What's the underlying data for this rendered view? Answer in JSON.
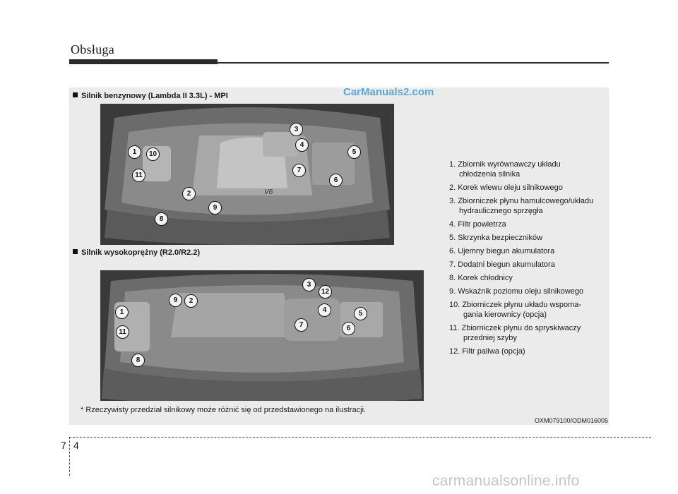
{
  "header": {
    "title": "Obsługa"
  },
  "watermark": "CarManuals2.com",
  "sections": [
    {
      "title": "Silnik benzynowy (Lambda II 3.3L) - MPI"
    },
    {
      "title": "Silnik wysokoprężny (R2.0/R2.2)"
    }
  ],
  "engine_labels": {
    "top_badge": "V6"
  },
  "callouts_top": [
    "1",
    "10",
    "11",
    "2",
    "9",
    "8",
    "3",
    "4",
    "5",
    "7",
    "6"
  ],
  "callouts_bottom": [
    "1",
    "11",
    "9",
    "2",
    "8",
    "3",
    "12",
    "4",
    "5",
    "7",
    "6"
  ],
  "legend": [
    {
      "line1": "1. Zbiornik wyrównawczy układu",
      "line2": "chłodzenia silnika"
    },
    {
      "line1": "2. Korek wlewu oleju silnikowego",
      "line2": ""
    },
    {
      "line1": "3. Zbiorniczek płynu hamulcowego/układu",
      "line2": "hydraulicznego sprzęgła"
    },
    {
      "line1": "4. Filtr powietrza",
      "line2": ""
    },
    {
      "line1": "5. Skrzynka bezpieczników",
      "line2": ""
    },
    {
      "line1": "6. Ujemny biegun akumulatora",
      "line2": ""
    },
    {
      "line1": "7. Dodatni biegun akumulatora",
      "line2": ""
    },
    {
      "line1": "8. Korek chłodnicy",
      "line2": ""
    },
    {
      "line1": "9. Wskaźnik poziomu oleju silnikowego",
      "line2": ""
    },
    {
      "line1": "10. Zbiorniczek płynu układu wspoma-",
      "line2": "gania kierownicy (opcja)"
    },
    {
      "line1": "11. Zbiorniczek płynu do spryskiwaczy",
      "line2": "przedniej szyby"
    },
    {
      "line1": "12. Filtr paliwa (opcja)",
      "line2": ""
    }
  ],
  "footnote": "* Rzeczywisty przedział silnikowy może różnić się od przedstawionego na ilustracji.",
  "figure_code": "OXM079100/ODM016005",
  "page": {
    "chapter": "7",
    "number": "4"
  },
  "footer_url": "carmanualsonline.info"
}
